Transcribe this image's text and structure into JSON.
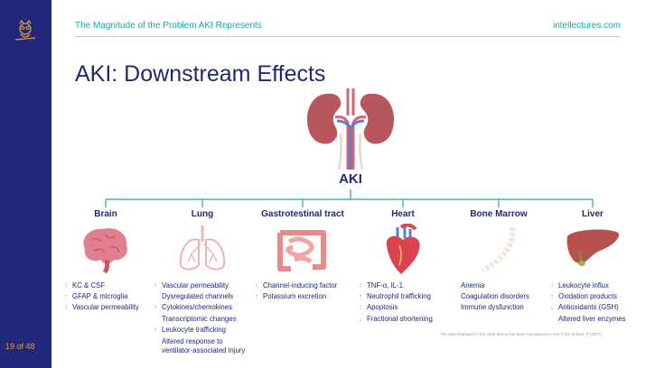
{
  "header": {
    "title": "The Magnitude of the Problem AKI Represents",
    "site": "intellectures.com"
  },
  "page": {
    "number": "19 of 48",
    "main_title": "AKI: Downstream Effects",
    "center_label": "AKI"
  },
  "columns": [
    {
      "name": "Brain",
      "items": [
        {
          "dir": "up",
          "text": "KC & CSF"
        },
        {
          "dir": "up",
          "text": "GFAP & microglia"
        },
        {
          "dir": "up",
          "text": "Vascular permeability"
        }
      ]
    },
    {
      "name": "Lung",
      "items": [
        {
          "dir": "up",
          "text": "Vascular permeability"
        },
        {
          "dir": "",
          "text": "Dysregulated channels"
        },
        {
          "dir": "up",
          "text": "Cytokines/chemokines"
        },
        {
          "dir": "",
          "text": "Transcriptomic changes"
        },
        {
          "dir": "up",
          "text": "Leukocyte trafficking"
        },
        {
          "dir": "",
          "text": "Altered response to"
        },
        {
          "dir": "",
          "text": "ventilator-associated injury"
        }
      ]
    },
    {
      "name": "Gastrotestinal tract",
      "items": [
        {
          "dir": "up",
          "text": "Channel-inducing factor"
        },
        {
          "dir": "up",
          "text": "Potassium excretion"
        }
      ]
    },
    {
      "name": "Heart",
      "items": [
        {
          "dir": "up",
          "text": "TNF-α, IL-1"
        },
        {
          "dir": "up",
          "text": "Neutrophil trafficking"
        },
        {
          "dir": "up",
          "text": "Apoptosis"
        },
        {
          "dir": "down",
          "text": "Fractional shortening"
        }
      ]
    },
    {
      "name": "Bone Marrow",
      "items": [
        {
          "dir": "",
          "text": "Anemia"
        },
        {
          "dir": "",
          "text": "Coagulation disorders"
        },
        {
          "dir": "",
          "text": "Immune dysfunction"
        }
      ]
    },
    {
      "name": "Liver",
      "items": [
        {
          "dir": "up",
          "text": "Leukocyte influx"
        },
        {
          "dir": "up",
          "text": "Oxidation products"
        },
        {
          "dir": "down",
          "text": "Antioxidants (GSH)"
        },
        {
          "dir": "",
          "text": "Altered liver enzymes"
        }
      ]
    }
  ],
  "footnote": "The data displayed in the chart above has been reproduced in form from Scheel, P (2007).",
  "icons": {
    "logo": "owl-logo-icon",
    "center": "kidneys-icon",
    "organs": [
      "brain-icon",
      "lungs-icon",
      "intestine-icon",
      "heart-icon",
      "bone-marrow-icon",
      "liver-icon"
    ]
  },
  "colors": {
    "navy": "#22277a",
    "teal": "#17a8b0",
    "gold": "#d9a03b"
  }
}
